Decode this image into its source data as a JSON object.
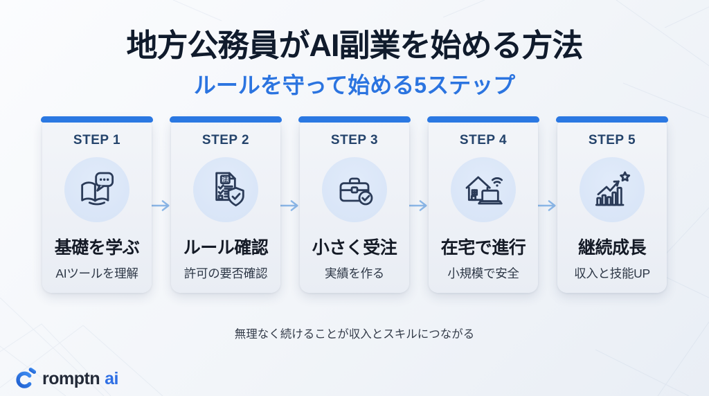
{
  "header": {
    "title": "地方公務員がAI副業を始める方法",
    "subtitle": "ルールを守って始める5ステップ"
  },
  "steps": [
    {
      "label": "STEP 1",
      "icon": "book-speech-bubble-icon",
      "title": "基礎を学ぶ",
      "description": "AIツールを理解"
    },
    {
      "label": "STEP 2",
      "icon": "legal-checklist-shield-icon",
      "icon_label": "法",
      "title": "ルール確認",
      "description": "許可の要否確認"
    },
    {
      "label": "STEP 3",
      "icon": "briefcase-check-icon",
      "title": "小さく受注",
      "description": "実績を作る"
    },
    {
      "label": "STEP 4",
      "icon": "house-wifi-laptop-icon",
      "title": "在宅で進行",
      "description": "小規模で安全"
    },
    {
      "label": "STEP 5",
      "icon": "growth-chart-star-icon",
      "title": "継続成長",
      "description": "収入と技能UP"
    }
  ],
  "footer": {
    "note": "無理なく続けることが収入とスキルにつながる",
    "logo_text": "romptn",
    "logo_suffix": "ai"
  },
  "colors": {
    "accent_blue": "#2b78e2",
    "subtitle_blue": "#2b74e0",
    "title_navy": "#101b2c",
    "step_navy": "#24436b",
    "icon_stroke": "#2b3b58",
    "icon_circle_bg": "#d9e6f7",
    "arrow_blue": "#8cb8e8",
    "card_bg": "#edf0f6",
    "logo_blue": "#2f6fe4"
  }
}
